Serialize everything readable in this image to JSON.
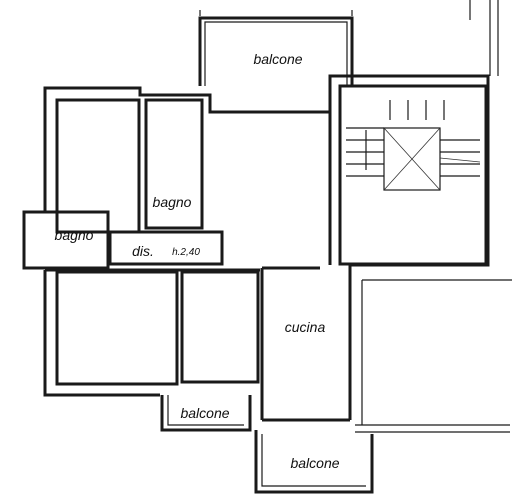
{
  "rooms": {
    "balcone_top": "balcone",
    "bagno_upper": "bagno",
    "bagno_left": "bagno",
    "dis": "dis.",
    "dis_height": "h.2,40",
    "cucina": "cucina",
    "balcone_bottom_left": "balcone",
    "balcone_bottom": "balcone"
  }
}
